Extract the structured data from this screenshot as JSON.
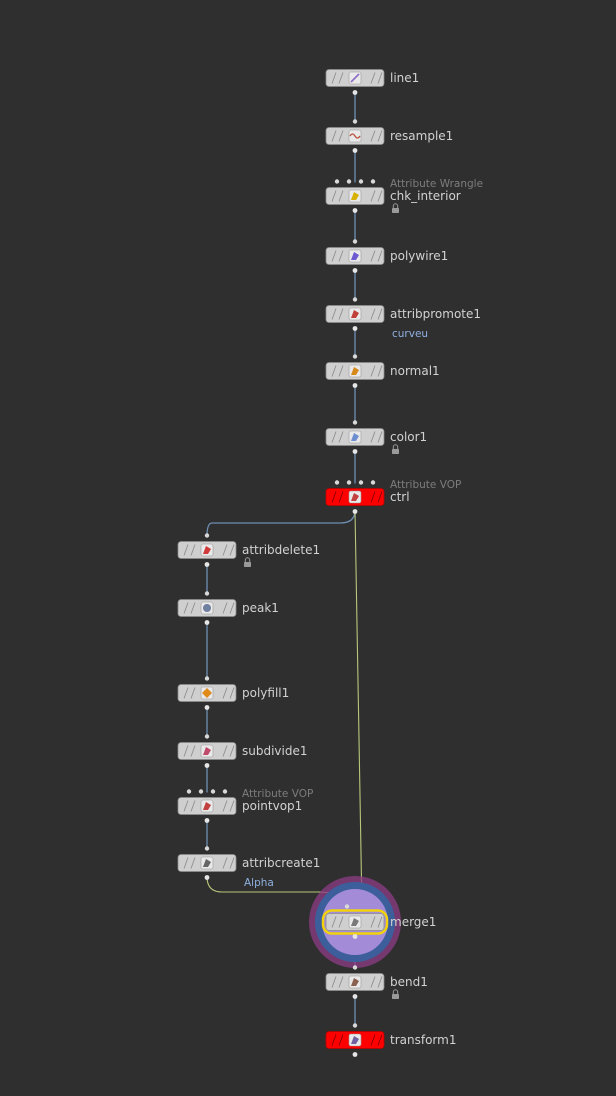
{
  "nodes": [
    {
      "id": "line1",
      "label": "line1",
      "icon": "line-icon",
      "color": "#c9c9c9"
    },
    {
      "id": "resample1",
      "label": "resample1",
      "icon": "resample-icon",
      "color": "#c9c9c9"
    },
    {
      "id": "chk_interior",
      "label": "chk_interior",
      "type": "Attribute Wrangle",
      "icon": "wrangle-icon",
      "color": "#c9c9c9",
      "locked": true
    },
    {
      "id": "polywire1",
      "label": "polywire1",
      "icon": "polywire-icon",
      "color": "#c9c9c9"
    },
    {
      "id": "attribpromote1",
      "label": "attribpromote1",
      "sub": "curveu",
      "icon": "attribpromote-icon",
      "color": "#c9c9c9"
    },
    {
      "id": "normal1",
      "label": "normal1",
      "icon": "normal-icon",
      "color": "#c9c9c9"
    },
    {
      "id": "color1",
      "label": "color1",
      "icon": "color-icon",
      "color": "#c9c9c9",
      "locked": true
    },
    {
      "id": "ctrl",
      "label": "ctrl",
      "type": "Attribute VOP",
      "icon": "vop-icon",
      "color": "#ff0000"
    },
    {
      "id": "attribdelete1",
      "label": "attribdelete1",
      "icon": "attribdelete-icon",
      "color": "#c9c9c9",
      "locked": true
    },
    {
      "id": "peak1",
      "label": "peak1",
      "icon": "peak-icon",
      "color": "#c9c9c9"
    },
    {
      "id": "polyfill1",
      "label": "polyfill1",
      "icon": "polyfill-icon",
      "color": "#c9c9c9"
    },
    {
      "id": "subdivide1",
      "label": "subdivide1",
      "icon": "subdivide-icon",
      "color": "#c9c9c9"
    },
    {
      "id": "pointvop1",
      "label": "pointvop1",
      "type": "Attribute VOP",
      "icon": "vop-icon",
      "color": "#c9c9c9"
    },
    {
      "id": "attribcreate1",
      "label": "attribcreate1",
      "sub": "Alpha",
      "icon": "attribcreate-icon",
      "color": "#c9c9c9"
    },
    {
      "id": "merge1",
      "label": "merge1",
      "icon": "merge-icon",
      "color": "#c9c9c9",
      "display": true
    },
    {
      "id": "bend1",
      "label": "bend1",
      "icon": "bend-icon",
      "color": "#c9c9c9",
      "locked": true
    },
    {
      "id": "transform1",
      "label": "transform1",
      "icon": "transform-icon",
      "color": "#ff0000"
    }
  ],
  "edges": [
    [
      "line1",
      "resample1"
    ],
    [
      "resample1",
      "chk_interior"
    ],
    [
      "chk_interior",
      "polywire1"
    ],
    [
      "polywire1",
      "attribpromote1"
    ],
    [
      "attribpromote1",
      "normal1"
    ],
    [
      "normal1",
      "color1"
    ],
    [
      "color1",
      "ctrl"
    ],
    [
      "ctrl",
      "attribdelete1"
    ],
    [
      "attribdelete1",
      "peak1"
    ],
    [
      "peak1",
      "polyfill1"
    ],
    [
      "polyfill1",
      "subdivide1"
    ],
    [
      "subdivide1",
      "pointvop1"
    ],
    [
      "pointvop1",
      "attribcreate1"
    ],
    [
      "attribcreate1",
      "merge1"
    ],
    [
      "ctrl",
      "merge1"
    ],
    [
      "merge1",
      "bend1"
    ],
    [
      "bend1",
      "transform1"
    ]
  ],
  "colors": {
    "background": "#2f2f2f",
    "wire": "#6e8fb4",
    "wire_highlight": "#b7c77a",
    "label": "#d2d2d2",
    "type_label": "#7d7d7d",
    "sub_label": "#8fb1e0",
    "bypass_red": "#ff0000"
  }
}
